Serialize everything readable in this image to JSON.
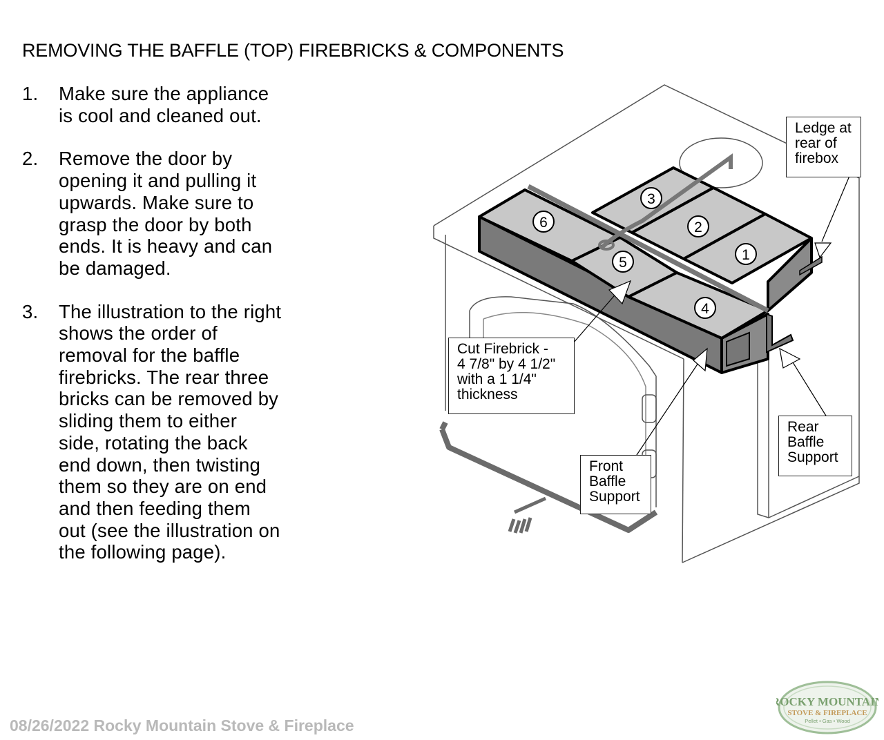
{
  "title": "REMOVING THE BAFFLE (TOP) FIREBRICKS & COMPONENTS",
  "steps": [
    {
      "num": "1.",
      "lines": [
        "Make sure the appliance",
        "is cool and cleaned out."
      ]
    },
    {
      "num": "2.",
      "lines": [
        "Remove the door by",
        "opening it and pulling it",
        "upwards.  Make sure to",
        "grasp the door by both",
        "ends.  It is heavy and can",
        "be damaged."
      ]
    },
    {
      "num": "3.",
      "lines": [
        "The illustration to the right",
        "shows the order of",
        "removal for the baffle",
        "firebricks.  The rear three",
        "bricks can be removed by",
        "sliding them to either",
        "side, rotating the back",
        "end down, then twisting",
        "them so they are on end",
        "and then feeding them",
        "out (see the illustration on",
        "the following page)."
      ]
    }
  ],
  "figure": {
    "callouts": {
      "ledge": [
        "Ledge at",
        "rear of",
        "firebox"
      ],
      "cut_firebrick": [
        "Cut Firebrick -",
        "4 7/8\" by 4 1/2\"",
        "with a 1 1/4\"",
        "thickness"
      ],
      "front_baffle": [
        "Front",
        "Baffle",
        "Support"
      ],
      "rear_baffle": [
        "Rear",
        "Baffle",
        "Support"
      ]
    },
    "brick_numbers": [
      "1",
      "2",
      "3",
      "4",
      "5",
      "6"
    ]
  },
  "footer": {
    "text": "08/26/2022  Rocky Mountain Stove & Fireplace"
  },
  "logo": {
    "line1": "ROCKY MOUNTAIN",
    "line2": "STOVE & FIREPLACE",
    "line3": "Pellet • Gas • Wood"
  },
  "colors": {
    "footer_text": "#b9b9b9",
    "logo_green": "#5a8a52",
    "brick_face": "#c8c8c8",
    "brick_side": "#7a7a7a"
  }
}
